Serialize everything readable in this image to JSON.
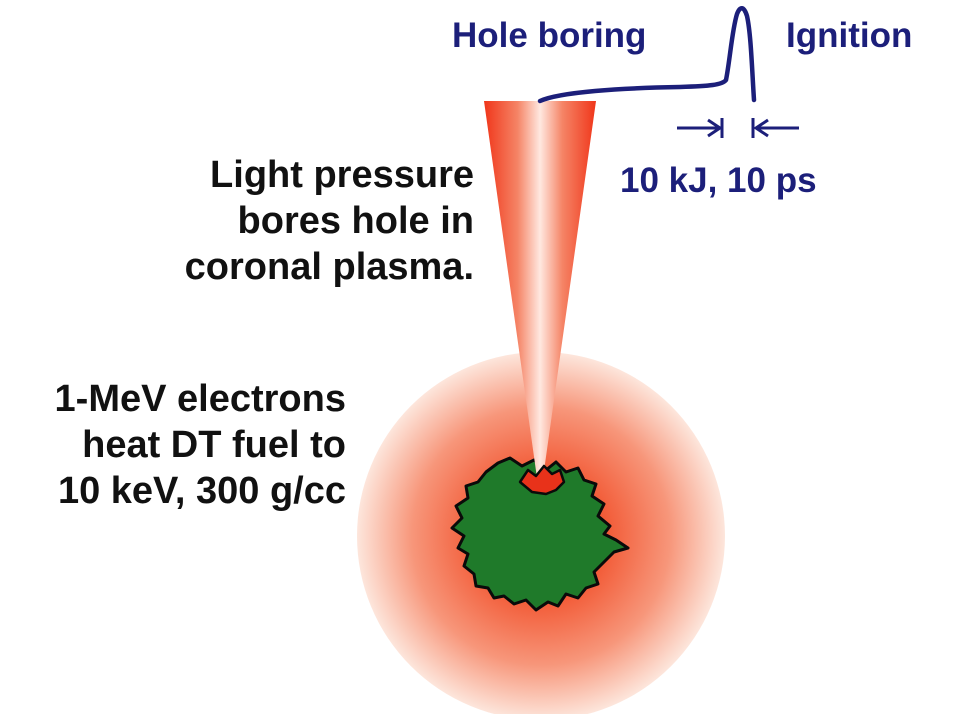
{
  "pulse": {
    "hole_boring_label": "Hole boring",
    "ignition_label": "Ignition",
    "energy_duration_label": "10 kJ, 10 ps"
  },
  "annotations": {
    "light_pressure": [
      "Light pressure",
      "bores hole in",
      "coronal plasma."
    ],
    "electrons": [
      "1-MeV electrons",
      "heat DT fuel to",
      "10 keV, 300 g/cc"
    ]
  },
  "colors": {
    "text_blue": "#1c1f7a",
    "text_black": "#111111",
    "beam_red": "#f03a1a",
    "corona_red": "#f24a2a",
    "fuel_green": "#1f7a2a",
    "hot_spot_red": "#e8321a"
  }
}
